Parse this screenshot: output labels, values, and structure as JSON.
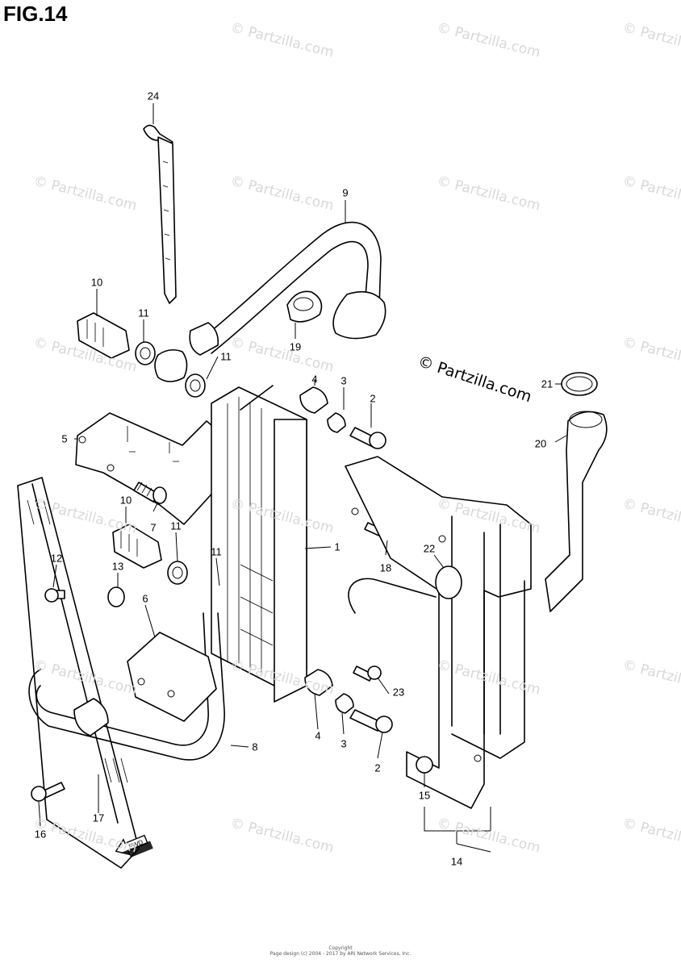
{
  "figure_title": "FIG.14",
  "watermark_text": "© Partzilla.com",
  "brand_text": "© Partzilla.com",
  "part_labels": {
    "p1": "1",
    "p2a": "2",
    "p2b": "2",
    "p3a": "3",
    "p3b": "3",
    "p4a": "4",
    "p4b": "4",
    "p5": "5",
    "p6": "6",
    "p7": "7",
    "p8": "8",
    "p9": "9",
    "p10a": "10",
    "p10b": "10",
    "p11a": "11",
    "p11b": "11",
    "p11c": "11",
    "p11d": "11",
    "p12": "12",
    "p13": "13",
    "p14": "14",
    "p15": "15",
    "p16": "16",
    "p17": "17",
    "p18": "18",
    "p19": "19",
    "p20": "20",
    "p21": "21",
    "p22": "22",
    "p23": "23",
    "p24": "24"
  },
  "fwd_label": "FWD",
  "copyright_line1": "Copyright",
  "copyright_line2": "Page design (c) 2004 - 2017 by ARI Network Services, Inc.",
  "icons": {
    "fwd_arrow": "fwd-arrow-icon"
  }
}
